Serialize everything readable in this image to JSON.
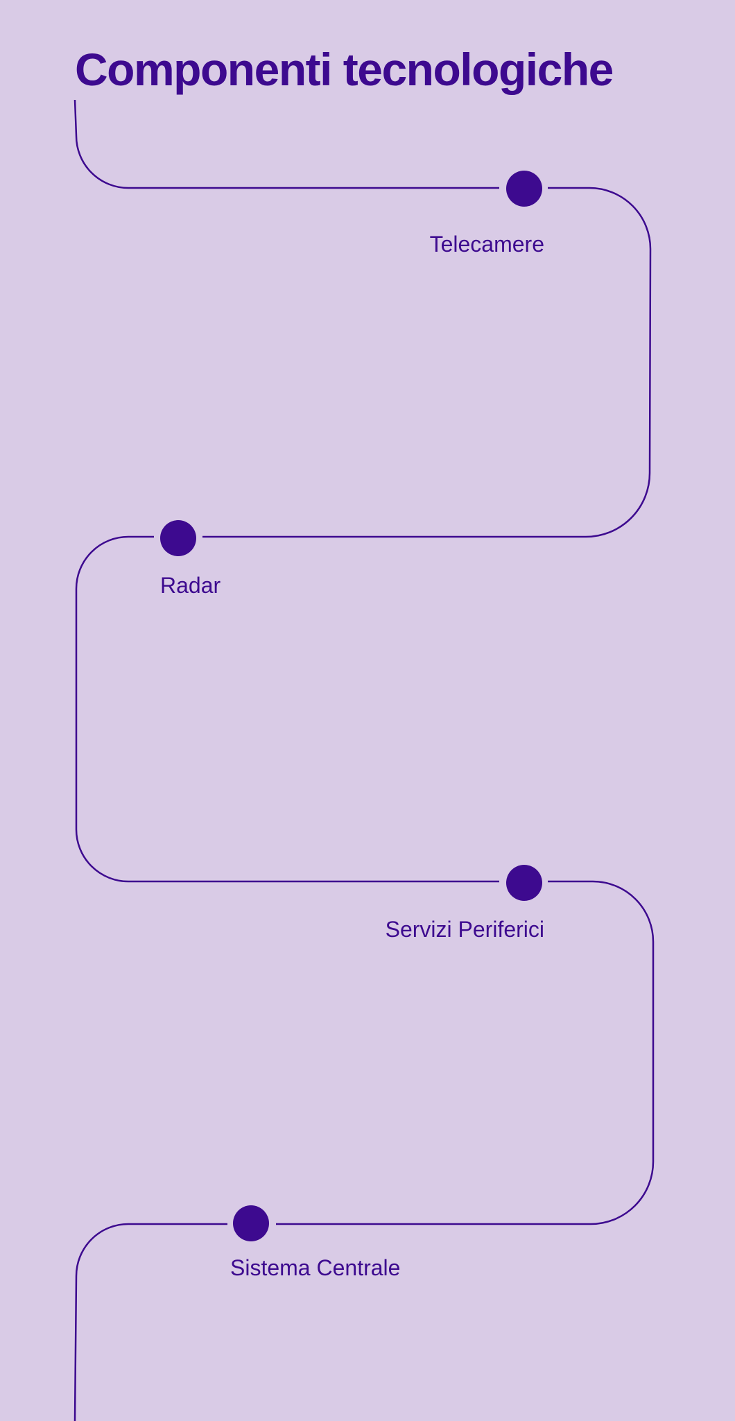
{
  "title": "Componenti tecnologiche",
  "steps": [
    {
      "label": "Telecamere"
    },
    {
      "label": "Radar"
    },
    {
      "label": "Servizi Periferici"
    },
    {
      "label": "Sistema Centrale"
    }
  ],
  "colors": {
    "background": "#d9cbe6",
    "accent": "#3d0a8f"
  }
}
